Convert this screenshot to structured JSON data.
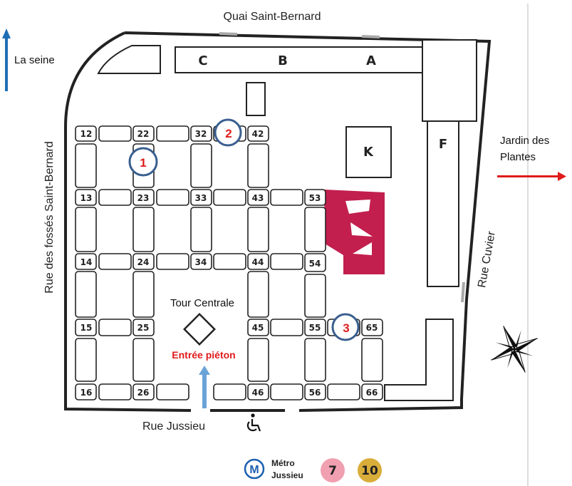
{
  "streets": {
    "top": "Quai Saint-Bernard",
    "left": "Rue des fossés Saint-Bernard",
    "right": "Rue Cuvier",
    "bottom": "Rue Jussieu"
  },
  "directions": {
    "north_label": "La seine",
    "east_line1": "Jardin des",
    "east_line2": "Plantes"
  },
  "buildings": {
    "c": "C",
    "b": "B",
    "a": "A",
    "k": "K",
    "f": "F"
  },
  "grid_labels": {
    "r12": "12",
    "r22": "22",
    "r32": "32",
    "r42": "42",
    "r13": "13",
    "r23": "23",
    "r33": "33",
    "r43": "43",
    "r53": "53",
    "r14": "14",
    "r24": "24",
    "r34": "34",
    "r44": "44",
    "r54": "54",
    "r15": "15",
    "r25": "25",
    "r45": "45",
    "r55": "55",
    "r65": "65",
    "r16": "16",
    "r26": "26",
    "r46": "46",
    "r56": "56",
    "r66": "66"
  },
  "markers": {
    "m1": "1",
    "m2": "2",
    "m3": "3"
  },
  "landmarks": {
    "tower": "Tour Centrale",
    "entrance": "Entrée piéton"
  },
  "metro": {
    "symbol": "M",
    "line1": "Métro",
    "line2": "Jussieu",
    "lines": [
      "7",
      "10"
    ],
    "colors": {
      "line7": "#f0a0b0",
      "line10": "#d9ad3a",
      "badge": "#1c5fb0"
    }
  },
  "accessibility_icon": "wheelchair-icon",
  "accent_colors": {
    "marker_ring": "#3a5f8f",
    "arrow": "#2a73b8",
    "red": "#e01b1b",
    "amphi": "#c21f4e"
  }
}
